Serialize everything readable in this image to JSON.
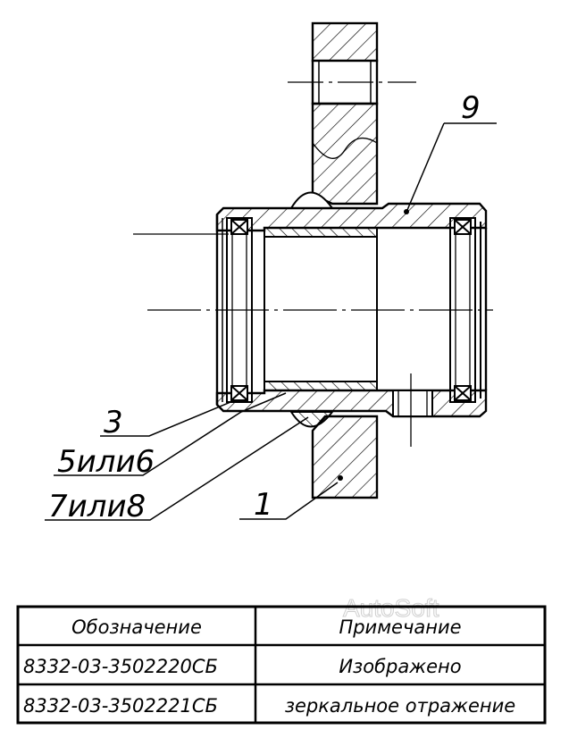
{
  "callouts": {
    "part_9": "9",
    "part_3": "3",
    "part_5_6": "5или6",
    "part_7_8": "7или8",
    "part_1": "1"
  },
  "table": {
    "headers": [
      "Обозначение",
      "Примечание"
    ],
    "rows": [
      [
        "8332-03-3502220СБ",
        "Изображено"
      ],
      [
        "8332-03-3502221СБ",
        "зеркальное отражение"
      ]
    ]
  },
  "watermark": "AutoSoft"
}
